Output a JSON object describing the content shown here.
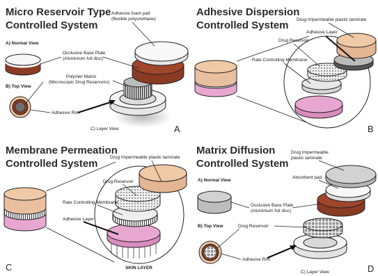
{
  "colors": {
    "peach": "#f0c9a7",
    "brown": "#8a3b24",
    "pink": "#e7a7d1",
    "white": "#f8f8f8",
    "gray": "#d2d2d2",
    "dark": "#2b2b2b"
  },
  "panels": [
    {
      "id": "A",
      "title": [
        "Micro Reservoir Type",
        "Controlled System"
      ],
      "letter": "A",
      "labels": {
        "pad": [
          "Adhesive foam pad",
          "(flexible polyurethane)"
        ],
        "normal_view": "A) Normal View",
        "occlusive": [
          "Occlusive Base Plate",
          "(Aluminium foil disc)"
        ],
        "top_view": "B) Top View",
        "polymer": [
          "Polymer Matrix",
          "(Microscopic Drug Reservoirs)"
        ],
        "rim": "Adhesive Rim",
        "layer_view": "C) Layer View"
      }
    },
    {
      "id": "B",
      "title": [
        "Adhesive Dispersion",
        "Controlled System"
      ],
      "letter": "B",
      "labels": {
        "impermeable": "Drug Impermeable plastic laminate",
        "adhesive": "Adhesive Layer",
        "reservoir": "Drug Reservoir",
        "rate": "Rate Controlling Membrane"
      }
    },
    {
      "id": "C",
      "title": [
        "Membrane Permeation",
        "Controlled System"
      ],
      "letter": "C",
      "labels": {
        "impermeable": "Drug Impermeable plastic laminate",
        "reservoir": "Drug Reservoir",
        "rate": "Rate Controlling Membrane",
        "adhesive": "Adhesive Layer",
        "skin": "SKIN LAYER"
      }
    },
    {
      "id": "D",
      "title": [
        "Matrix Diffusion",
        "Controlled System"
      ],
      "letter": "D",
      "labels": {
        "impermeable": [
          "Drug Impermeable",
          "plastic laminate"
        ],
        "normal_view": "A) Normal View",
        "absorbent": "Absorbent pad",
        "occlusive": [
          "Occlusive Base Plate",
          "(Aluminium foil disc)"
        ],
        "top_view": "B) Top View",
        "reservoir": "Drug Reservoir",
        "rim": "Adhesive Rim",
        "layer_view": "C) Layer View"
      }
    }
  ]
}
